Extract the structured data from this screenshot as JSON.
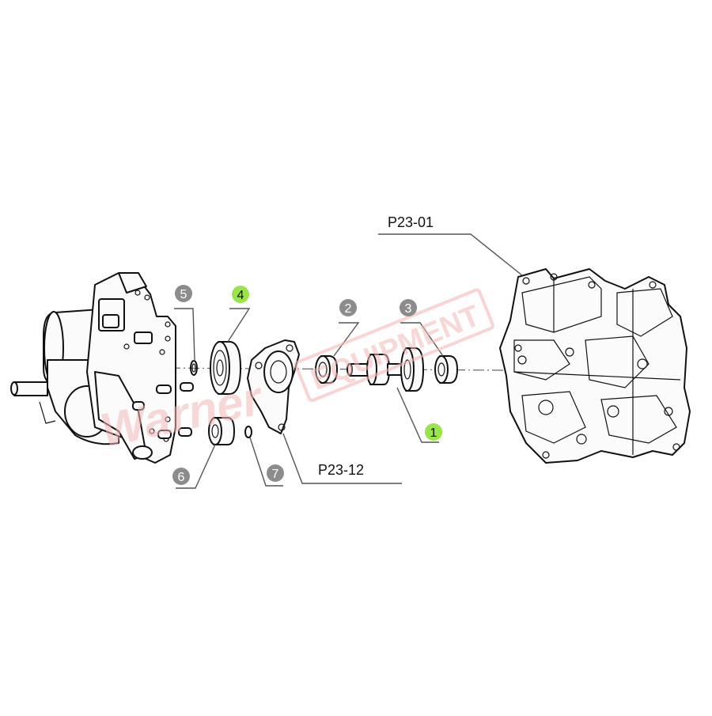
{
  "diagram": {
    "labels": {
      "housing_code": "P23-01",
      "cover_code": "P23-12"
    },
    "callouts": [
      {
        "number": "1",
        "highlight": true
      },
      {
        "number": "2",
        "highlight": false
      },
      {
        "number": "3",
        "highlight": false
      },
      {
        "number": "4",
        "highlight": true
      },
      {
        "number": "5",
        "highlight": false
      },
      {
        "number": "6",
        "highlight": false
      },
      {
        "number": "7",
        "highlight": false
      }
    ],
    "colors": {
      "callout_default": "#8c8c8c",
      "callout_highlight": "#9be34a",
      "line": "#111111",
      "watermark": "#f3b8b8"
    }
  },
  "watermark": {
    "text_line1": "EQUIPMENT",
    "text_line2": "Warner"
  }
}
